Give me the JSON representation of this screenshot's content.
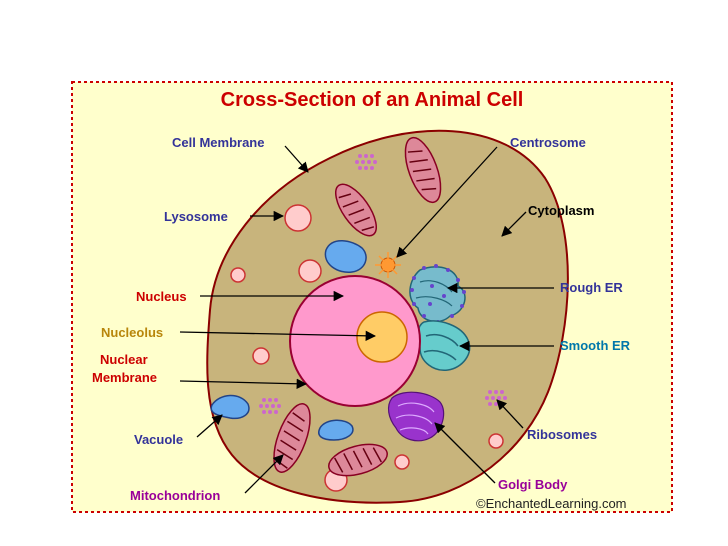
{
  "title": "Cross-Section of an Animal Cell",
  "copyright": "©EnchantedLearning.com",
  "labels": {
    "cell_membrane": "Cell Membrane",
    "lysosome": "Lysosome",
    "nucleus": "Nucleus",
    "nucleolus": "Nucleolus",
    "nuclear_line1": "Nuclear",
    "nuclear_line2": "Membrane",
    "vacuole": "Vacuole",
    "mitochondrion": "Mitochondrion",
    "centrosome": "Centrosome",
    "cytoplasm": "Cytoplasm",
    "rough_er": "Rough ER",
    "smooth_er": "Smooth ER",
    "ribosomes": "Ribosomes",
    "golgi_body": "Golgi Body"
  },
  "colors": {
    "panel_bg": "#ffffcc",
    "border": "#cc0000",
    "title": "#cc0000",
    "cytoplasm": "#c8b47c",
    "nucleus": "#ff99cc",
    "nucleolus": "#ffcc66",
    "membrane_label": "#333399",
    "nucleus_label": "#cc0000",
    "nucleolus_label": "#b8860b",
    "smooth_er_label": "#0077aa",
    "golgi_label": "#990099",
    "black_label": "#000000"
  }
}
